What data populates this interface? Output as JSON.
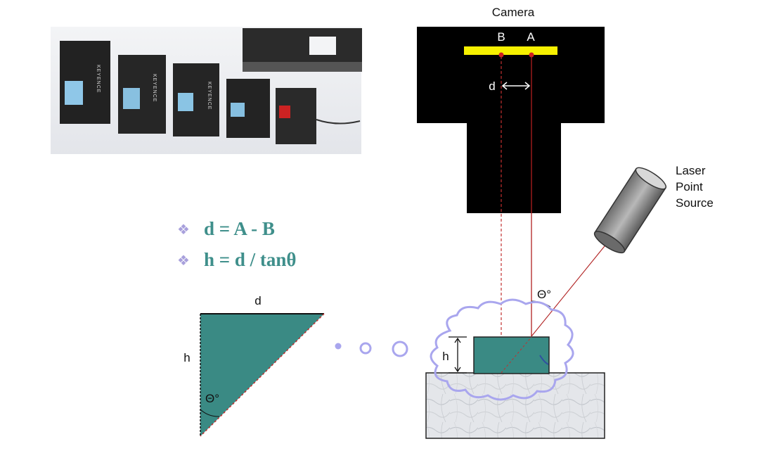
{
  "camera": {
    "title": "Camera",
    "label_a": "A",
    "label_b": "B",
    "label_d": "d"
  },
  "laser": {
    "line1": "Laser",
    "line2": "Point",
    "line3": "Source"
  },
  "angle_label": "Θ°",
  "height_label": "h",
  "formulas": [
    {
      "bullet": "❖",
      "text": "d = A - B"
    },
    {
      "bullet": "❖",
      "text": "h = d / tanθ"
    }
  ],
  "triangle": {
    "top_label": "d",
    "side_label": "h",
    "angle_label": "Θ°"
  },
  "photo": {
    "product_brand": "KEYENCE"
  },
  "colors": {
    "teal": "#3a8a84",
    "formula": "#3f8f8b",
    "bullet": "#a8a0dc",
    "sensor": "#f6f000",
    "laser_ray": "#b02020",
    "cloud": "#a9a6ee",
    "camera_body": "#000000"
  },
  "icons": [
    "laser-source-cylinder",
    "camera-body",
    "surface-block",
    "thought-cloud",
    "product-photo"
  ]
}
